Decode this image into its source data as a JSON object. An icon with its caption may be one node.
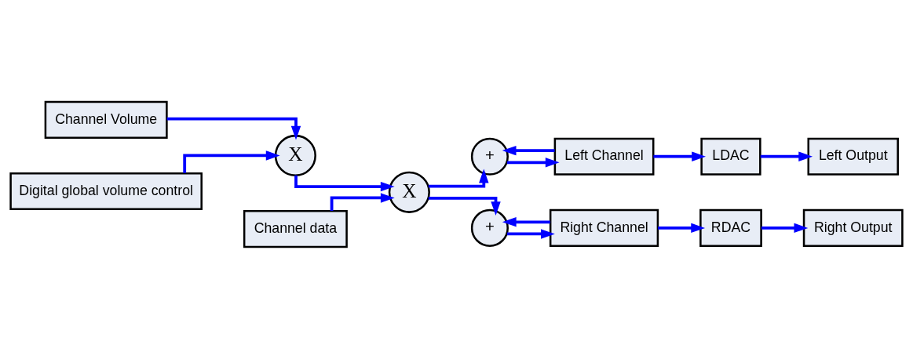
{
  "diagram": {
    "nodes": [
      {
        "text": [
          "Channel Volume"
        ]
      },
      {
        "text": [
          "Digital global volume control"
        ]
      },
      {
        "text": [
          "X"
        ]
      },
      {
        "text": [
          "Channel data"
        ]
      },
      {
        "text": [
          "X"
        ]
      },
      {
        "text": [
          "+"
        ]
      },
      {
        "text": [
          "Left Channel"
        ]
      },
      {
        "text": [
          "LDAC"
        ]
      },
      {
        "text": [
          "Left Output"
        ]
      },
      {
        "text": [
          "+"
        ]
      },
      {
        "text": [
          "Right Channel"
        ]
      },
      {
        "text": [
          "RDAC"
        ]
      },
      {
        "text": [
          "Right Output"
        ]
      }
    ],
    "edges": [
      {
        "from": 0,
        "to": 2,
        "arrow": "to"
      },
      {
        "from": 1,
        "to": 2,
        "arrow": "to"
      },
      {
        "from": 2,
        "to": 4,
        "arrow": "to"
      },
      {
        "from": 3,
        "to": 4,
        "arrow": "to"
      },
      {
        "from": 4,
        "to": 5,
        "arrow": "to"
      },
      {
        "from": 4,
        "to": 9,
        "arrow": "to"
      },
      {
        "from": 5,
        "to": 6,
        "arrow": "to"
      },
      {
        "from": 6,
        "to": 5,
        "arrow": "to"
      },
      {
        "from": 6,
        "to": 7,
        "arrow": "to"
      },
      {
        "from": 7,
        "to": 8,
        "arrow": "to"
      },
      {
        "from": 9,
        "to": 10,
        "arrow": "to"
      },
      {
        "from": 10,
        "to": 9,
        "arrow": "to"
      },
      {
        "from": 10,
        "to": 11,
        "arrow": "to"
      },
      {
        "from": 11,
        "to": 12,
        "arrow": "to"
      }
    ]
  }
}
